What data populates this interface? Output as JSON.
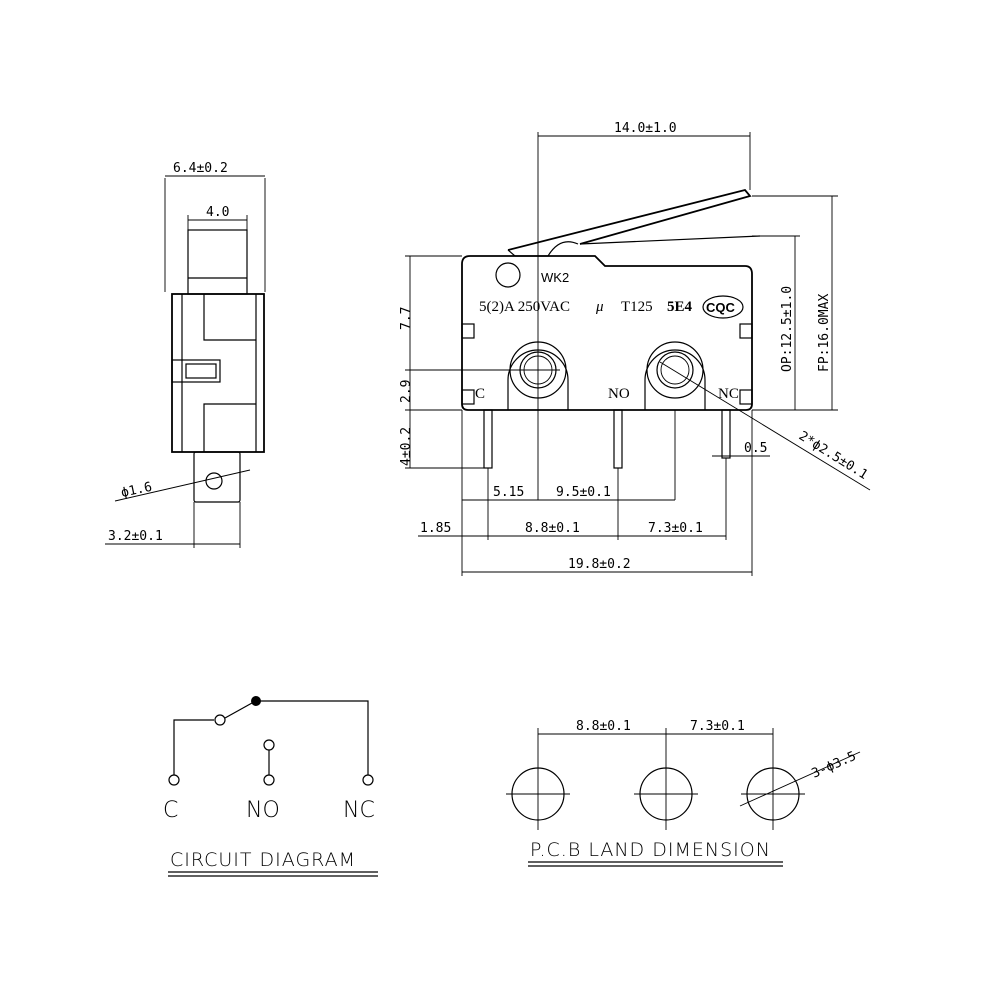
{
  "side_view": {
    "width_dim": "6.4±0.2",
    "plunger_dim": "4.0",
    "hole_dim": "ϕ1.6",
    "offset_dim": "3.2±0.1"
  },
  "front_view": {
    "lever_dim": "14.0±1.0",
    "model": "WK2",
    "rating": "5(2)A 250VAC",
    "mu": "μ",
    "temp": "T125",
    "cycles": "5E4",
    "cert": "CQC",
    "pin_c": "C",
    "pin_no": "NO",
    "pin_nc": "NC",
    "h_7_7": "7.7",
    "h_2_9": "2.9",
    "h_4": "4±0.2",
    "op": "OP:12.5±1.0",
    "fp": "FP:16.0MAX",
    "holes": "2*ϕ2.5±0.1",
    "pin_w": "0.5",
    "d_5_15": "5.15",
    "d_9_5": "9.5±0.1",
    "d_1_85": "1.85",
    "d_8_8": "8.8±0.1",
    "d_7_3": "7.3±0.1",
    "d_19_8": "19.8±0.2"
  },
  "circuit": {
    "c": "C",
    "no": "NO",
    "nc": "NC",
    "title": "CIRCUIT DIAGRAM"
  },
  "pcb": {
    "d1": "8.8±0.1",
    "d2": "7.3±0.1",
    "holes": "3-ϕ3.5",
    "title": "P.C.B LAND DIMENSION"
  }
}
